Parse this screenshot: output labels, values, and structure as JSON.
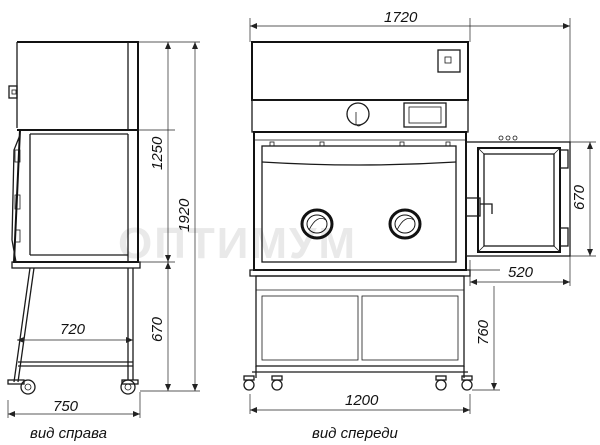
{
  "watermark": "ОПТИМУМ",
  "views": {
    "side": {
      "caption": "вид справа",
      "dims": {
        "width": "750",
        "leg_width": "720",
        "total_height": "1920",
        "upper_height": "1250",
        "lower_height": "670"
      }
    },
    "front": {
      "caption": "вид спереди",
      "dims": {
        "total_width": "1720",
        "base_width": "1200",
        "door_depth": "520",
        "door_height": "670",
        "table_height": "760"
      }
    }
  },
  "colors": {
    "line": "#1a1a1a",
    "watermark": "#e9e9e9",
    "background": "#ffffff"
  }
}
